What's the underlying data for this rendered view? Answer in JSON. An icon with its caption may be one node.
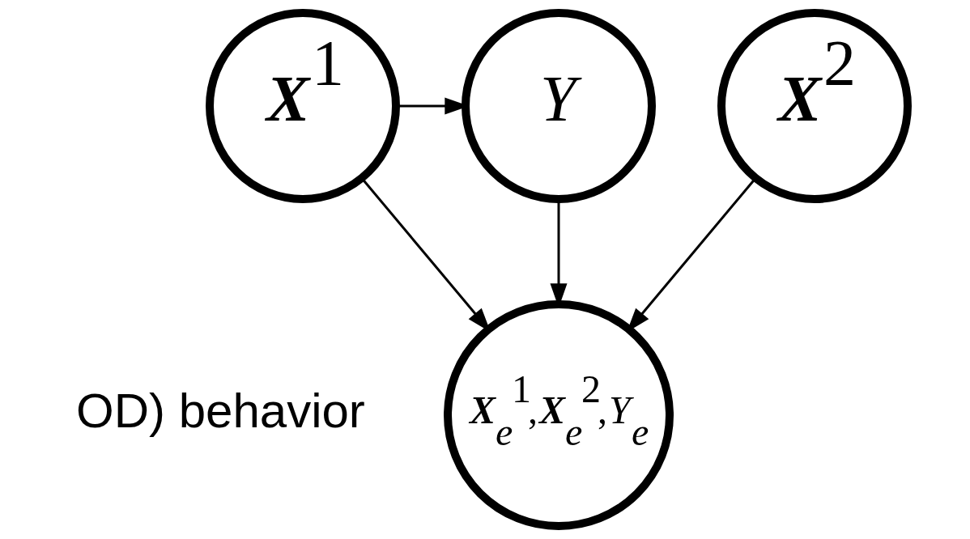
{
  "diagram": {
    "nodes": [
      {
        "text": [
          "**X**$^{1}$"
        ]
      },
      {
        "text": [
          "Y"
        ]
      },
      {
        "text": [
          "**X**$^{2}$"
        ]
      },
      {
        "text": [
          "**X**$_{e}$$^{1}$,**X**$_{e}$$^{2}$,*Y*$_{e}$"
        ]
      }
    ],
    "edges": [
      {
        "from": 0,
        "to": 1,
        "arrow": "to"
      },
      {
        "from": 0,
        "to": 3,
        "arrow": "to"
      },
      {
        "from": 1,
        "to": 3,
        "arrow": "to"
      },
      {
        "from": 2,
        "to": 3,
        "arrow": "to"
      }
    ],
    "labels": [
      "OD) behavior"
    ]
  }
}
